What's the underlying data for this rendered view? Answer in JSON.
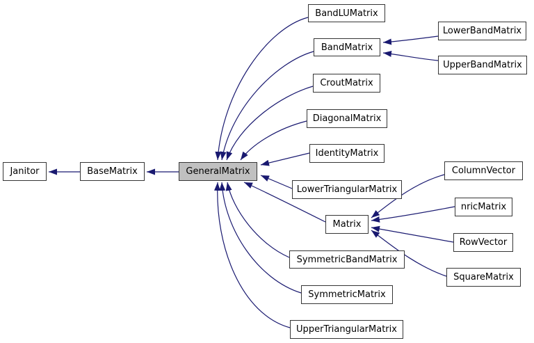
{
  "diagram": {
    "kind": "class-inheritance-graph",
    "colors": {
      "background": "#ffffff",
      "edge": "#191970",
      "node_border": "#353535",
      "node_fill": "#ffffff",
      "highlight_fill": "#c0c0c0"
    },
    "highlighted_node": "GeneralMatrix",
    "nodes": {
      "janitor": {
        "label": "Janitor"
      },
      "basematrix": {
        "label": "BaseMatrix"
      },
      "generalmatrix": {
        "label": "GeneralMatrix"
      },
      "bandlumatrix": {
        "label": "BandLUMatrix"
      },
      "bandmatrix": {
        "label": "BandMatrix"
      },
      "lowerbandmatrix": {
        "label": "LowerBandMatrix"
      },
      "upperbandmatrix": {
        "label": "UpperBandMatrix"
      },
      "croutmatrix": {
        "label": "CroutMatrix"
      },
      "diagonalmatrix": {
        "label": "DiagonalMatrix"
      },
      "identitymatrix": {
        "label": "IdentityMatrix"
      },
      "lowertriangularmatrix": {
        "label": "LowerTriangularMatrix"
      },
      "matrix": {
        "label": "Matrix"
      },
      "columnvector": {
        "label": "ColumnVector"
      },
      "nricmatrix": {
        "label": "nricMatrix"
      },
      "rowvector": {
        "label": "RowVector"
      },
      "squarematrix": {
        "label": "SquareMatrix"
      },
      "symmetricbandmatrix": {
        "label": "SymmetricBandMatrix"
      },
      "symmetricmatrix": {
        "label": "SymmetricMatrix"
      },
      "uppertriangularmatrix": {
        "label": "UpperTriangularMatrix"
      }
    },
    "edges": [
      {
        "from": "BaseMatrix",
        "to": "Janitor"
      },
      {
        "from": "GeneralMatrix",
        "to": "BaseMatrix"
      },
      {
        "from": "BandLUMatrix",
        "to": "GeneralMatrix"
      },
      {
        "from": "BandMatrix",
        "to": "GeneralMatrix"
      },
      {
        "from": "CroutMatrix",
        "to": "GeneralMatrix"
      },
      {
        "from": "DiagonalMatrix",
        "to": "GeneralMatrix"
      },
      {
        "from": "IdentityMatrix",
        "to": "GeneralMatrix"
      },
      {
        "from": "LowerTriangularMatrix",
        "to": "GeneralMatrix"
      },
      {
        "from": "Matrix",
        "to": "GeneralMatrix"
      },
      {
        "from": "SymmetricBandMatrix",
        "to": "GeneralMatrix"
      },
      {
        "from": "SymmetricMatrix",
        "to": "GeneralMatrix"
      },
      {
        "from": "UpperTriangularMatrix",
        "to": "GeneralMatrix"
      },
      {
        "from": "LowerBandMatrix",
        "to": "BandMatrix"
      },
      {
        "from": "UpperBandMatrix",
        "to": "BandMatrix"
      },
      {
        "from": "ColumnVector",
        "to": "Matrix"
      },
      {
        "from": "nricMatrix",
        "to": "Matrix"
      },
      {
        "from": "RowVector",
        "to": "Matrix"
      },
      {
        "from": "SquareMatrix",
        "to": "Matrix"
      }
    ]
  }
}
